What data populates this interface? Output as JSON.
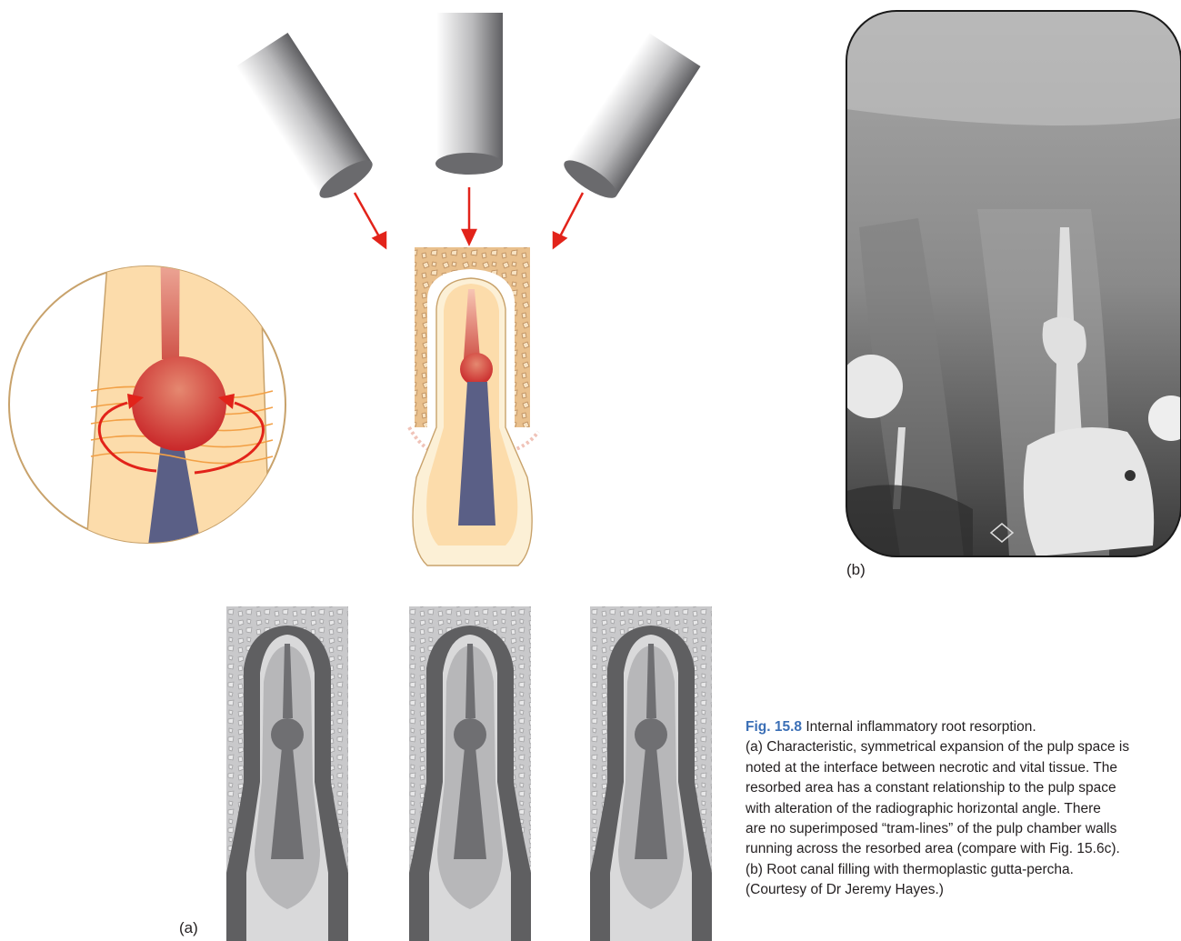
{
  "figure": {
    "panel_a_label": "(a)",
    "panel_b_label": "(b)"
  },
  "caption": {
    "figure_number": "Fig. 15.8",
    "title_text": "Internal inflammatory root resorption.",
    "line_1": "(a) Characteristic, symmetrical expansion of the pulp space is",
    "line_2": "noted at the interface between necrotic and vital tissue. The",
    "line_3": "resorbed area has a constant relationship to the pulp space",
    "line_4": "with alteration of the radiographic horizontal angle. There",
    "line_5": "are no superimposed “tram-lines” of the pulp chamber walls",
    "line_6": "running across the resorbed area (compare with Fig. 15.6c).",
    "line_7": "(b) Root canal filling with thermoplastic gutta-percha.",
    "line_8": "(Courtesy of Dr Jeremy Hayes.)"
  },
  "colors": {
    "caption_accent": "#3b6fb6",
    "arrow_red": "#e2231a",
    "dentin": "#fbdcab",
    "pulp_vital": "#d6564a",
    "pulp_necrotic": "#5a5f86",
    "bone": "#e8bf8b"
  }
}
